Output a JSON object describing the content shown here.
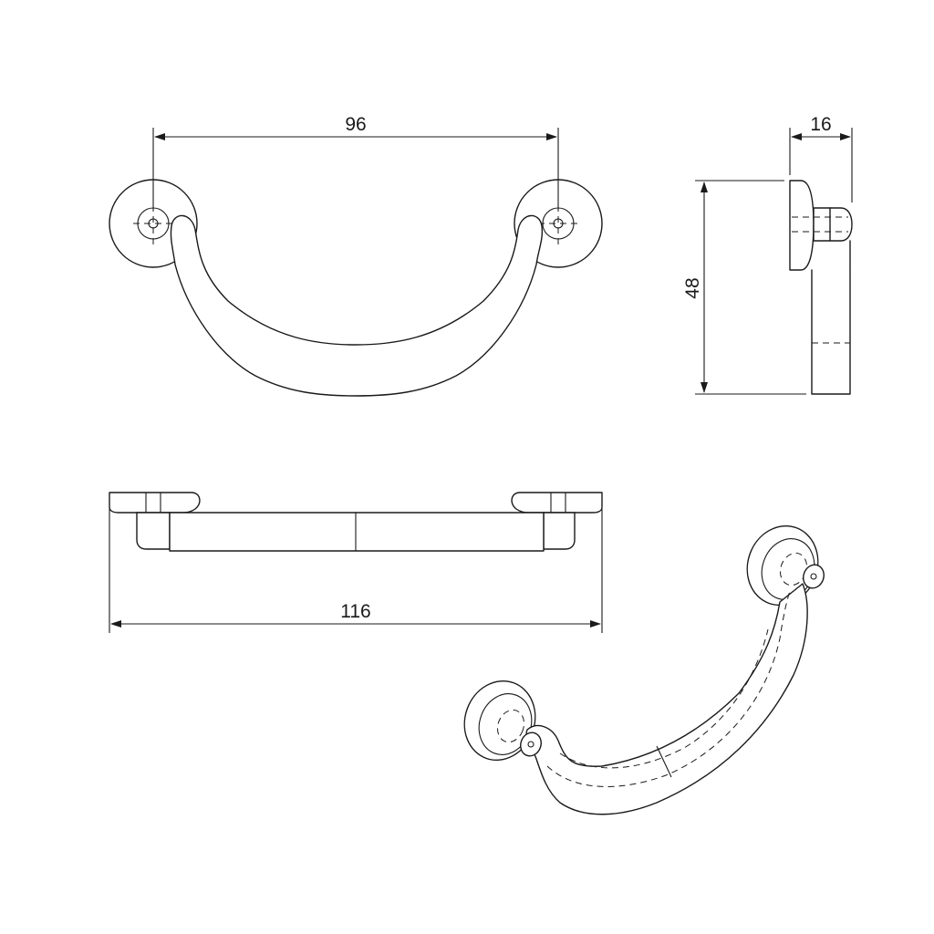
{
  "dimensions": {
    "hole_spacing": "96",
    "depth": "16",
    "height": "48",
    "overall_length": "116"
  },
  "line_color": "#1a1a1a",
  "background_color": "#ffffff"
}
